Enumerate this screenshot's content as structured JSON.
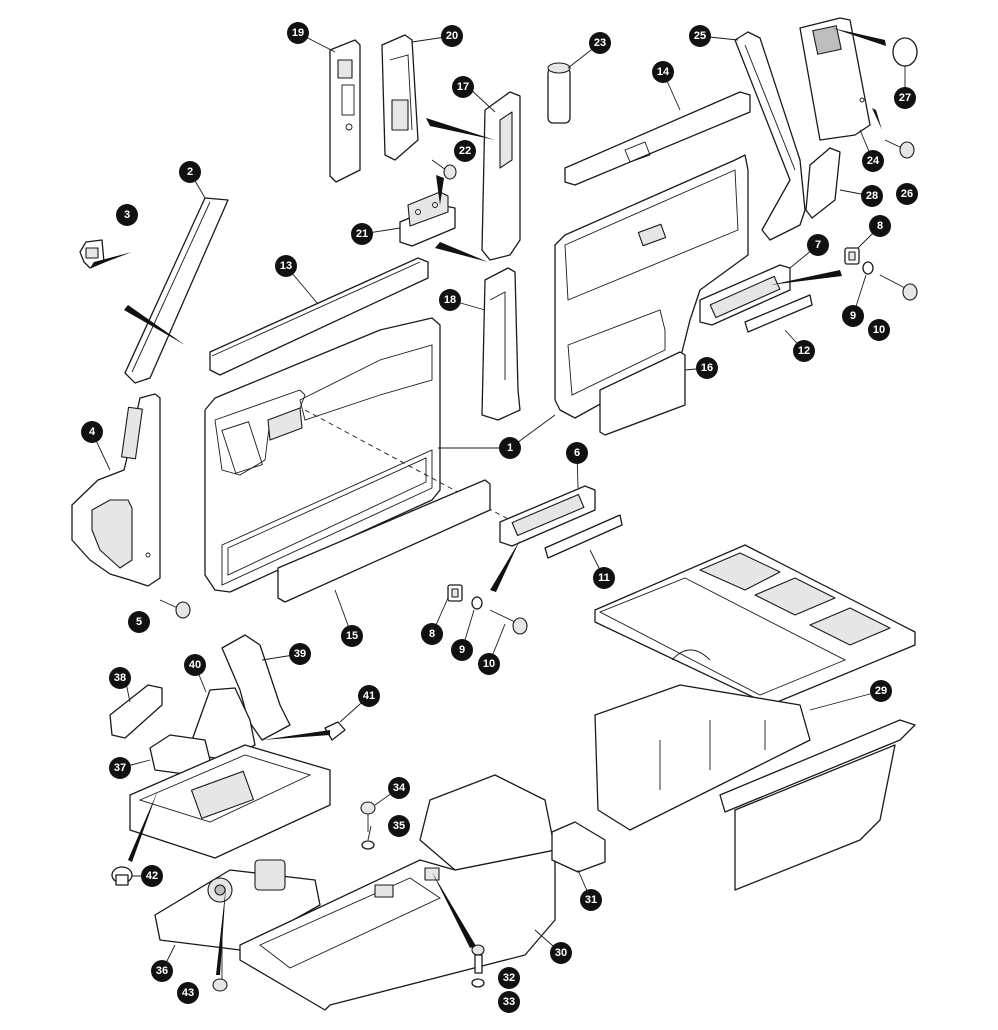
{
  "diagram": {
    "type": "exploded-parts-view",
    "callouts": [
      {
        "id": "c1",
        "number": "1"
      },
      {
        "id": "c2",
        "number": "2"
      },
      {
        "id": "c3",
        "number": "3"
      },
      {
        "id": "c4",
        "number": "4"
      },
      {
        "id": "c5",
        "number": "5"
      },
      {
        "id": "c6",
        "number": "6"
      },
      {
        "id": "c7",
        "number": "7"
      },
      {
        "id": "c8a",
        "number": "8"
      },
      {
        "id": "c8b",
        "number": "8"
      },
      {
        "id": "c9a",
        "number": "9"
      },
      {
        "id": "c9b",
        "number": "9"
      },
      {
        "id": "c10a",
        "number": "10"
      },
      {
        "id": "c10b",
        "number": "10"
      },
      {
        "id": "c11",
        "number": "11"
      },
      {
        "id": "c12",
        "number": "12"
      },
      {
        "id": "c13",
        "number": "13"
      },
      {
        "id": "c14",
        "number": "14"
      },
      {
        "id": "c15",
        "number": "15"
      },
      {
        "id": "c16",
        "number": "16"
      },
      {
        "id": "c17",
        "number": "17"
      },
      {
        "id": "c18",
        "number": "18"
      },
      {
        "id": "c19",
        "number": "19"
      },
      {
        "id": "c20",
        "number": "20"
      },
      {
        "id": "c21",
        "number": "21"
      },
      {
        "id": "c22",
        "number": "22"
      },
      {
        "id": "c23",
        "number": "23"
      },
      {
        "id": "c24",
        "number": "24"
      },
      {
        "id": "c25",
        "number": "25"
      },
      {
        "id": "c26",
        "number": "26"
      },
      {
        "id": "c27",
        "number": "27"
      },
      {
        "id": "c28",
        "number": "28"
      },
      {
        "id": "c29",
        "number": "29"
      },
      {
        "id": "c30",
        "number": "30"
      },
      {
        "id": "c31",
        "number": "31"
      },
      {
        "id": "c32",
        "number": "32"
      },
      {
        "id": "c33",
        "number": "33"
      },
      {
        "id": "c34",
        "number": "34"
      },
      {
        "id": "c35",
        "number": "35"
      },
      {
        "id": "c36",
        "number": "36"
      },
      {
        "id": "c37",
        "number": "37"
      },
      {
        "id": "c38",
        "number": "38"
      },
      {
        "id": "c39",
        "number": "39"
      },
      {
        "id": "c40",
        "number": "40"
      },
      {
        "id": "c41",
        "number": "41"
      },
      {
        "id": "c42",
        "number": "42"
      },
      {
        "id": "c43",
        "number": "43"
      }
    ]
  }
}
